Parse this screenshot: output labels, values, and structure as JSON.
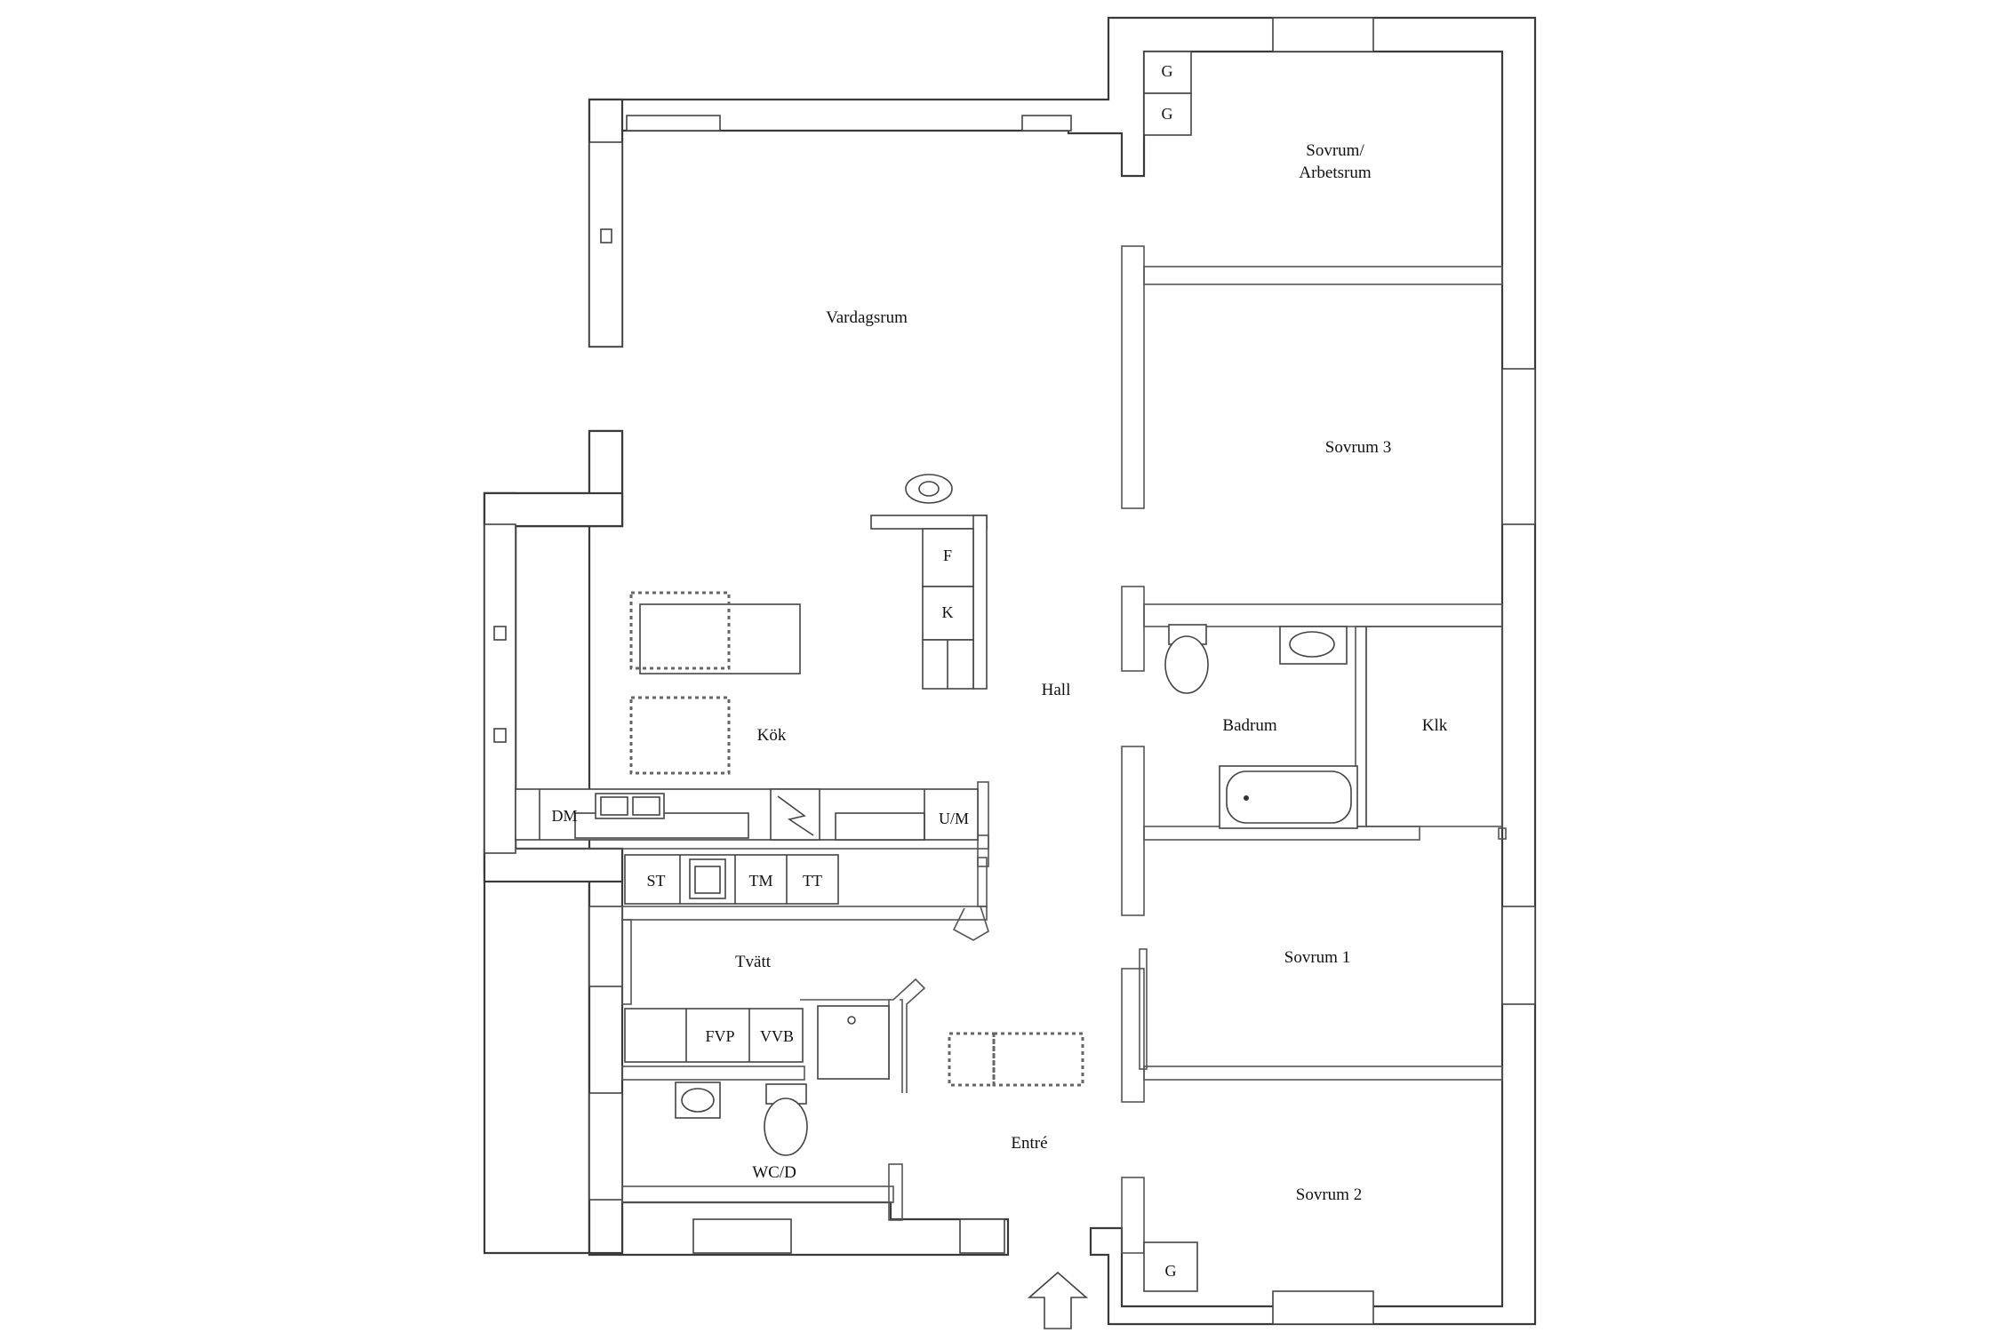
{
  "rooms": {
    "vardagsrum": "Vardagsrum",
    "sovrum_arbetsrum_line1": "Sovrum/",
    "sovrum_arbetsrum_line2": "Arbetsrum",
    "sovrum3": "Sovrum 3",
    "hall": "Hall",
    "kok": "Kök",
    "badrum": "Badrum",
    "klk": "Klk",
    "sovrum1": "Sovrum 1",
    "tvatt": "Tvätt",
    "entre": "Entré",
    "wc_d": "WC/D",
    "sovrum2": "Sovrum 2"
  },
  "fixtures": {
    "g_top1": "G",
    "g_top2": "G",
    "g_bottom": "G",
    "fridge": "F",
    "freezer": "K",
    "dishwasher": "DM",
    "oven_micro": "U/M",
    "dryer_cabinet": "ST",
    "washer": "TM",
    "tumble_dryer": "TT",
    "fvp": "FVP",
    "vvb": "VVB"
  },
  "icons": {
    "entrance": "entrance-arrow-icon"
  }
}
